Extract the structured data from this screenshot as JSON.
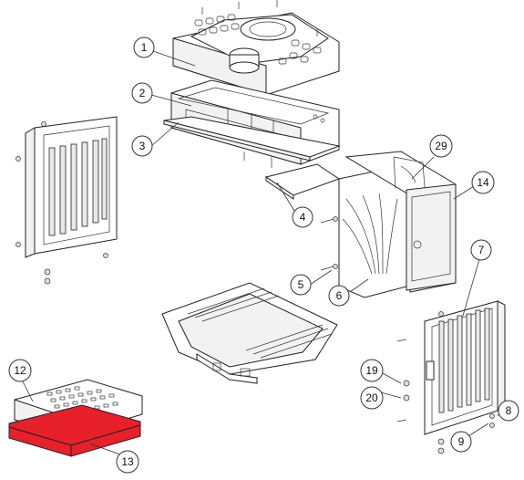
{
  "callouts": [
    {
      "id": "c1",
      "label": "1"
    },
    {
      "id": "c2",
      "label": "2"
    },
    {
      "id": "c3",
      "label": "3"
    },
    {
      "id": "c4",
      "label": "4"
    },
    {
      "id": "c5",
      "label": "5"
    },
    {
      "id": "c6",
      "label": "6"
    },
    {
      "id": "c7",
      "label": "7"
    },
    {
      "id": "c8",
      "label": "8"
    },
    {
      "id": "c9",
      "label": "9"
    },
    {
      "id": "c12",
      "label": "12"
    },
    {
      "id": "c13",
      "label": "13"
    },
    {
      "id": "c14",
      "label": "14"
    },
    {
      "id": "c19",
      "label": "19"
    },
    {
      "id": "c20",
      "label": "20"
    },
    {
      "id": "c29",
      "label": "29"
    }
  ],
  "colors": {
    "highlight_part": "#e8202a",
    "line": "#222222"
  }
}
